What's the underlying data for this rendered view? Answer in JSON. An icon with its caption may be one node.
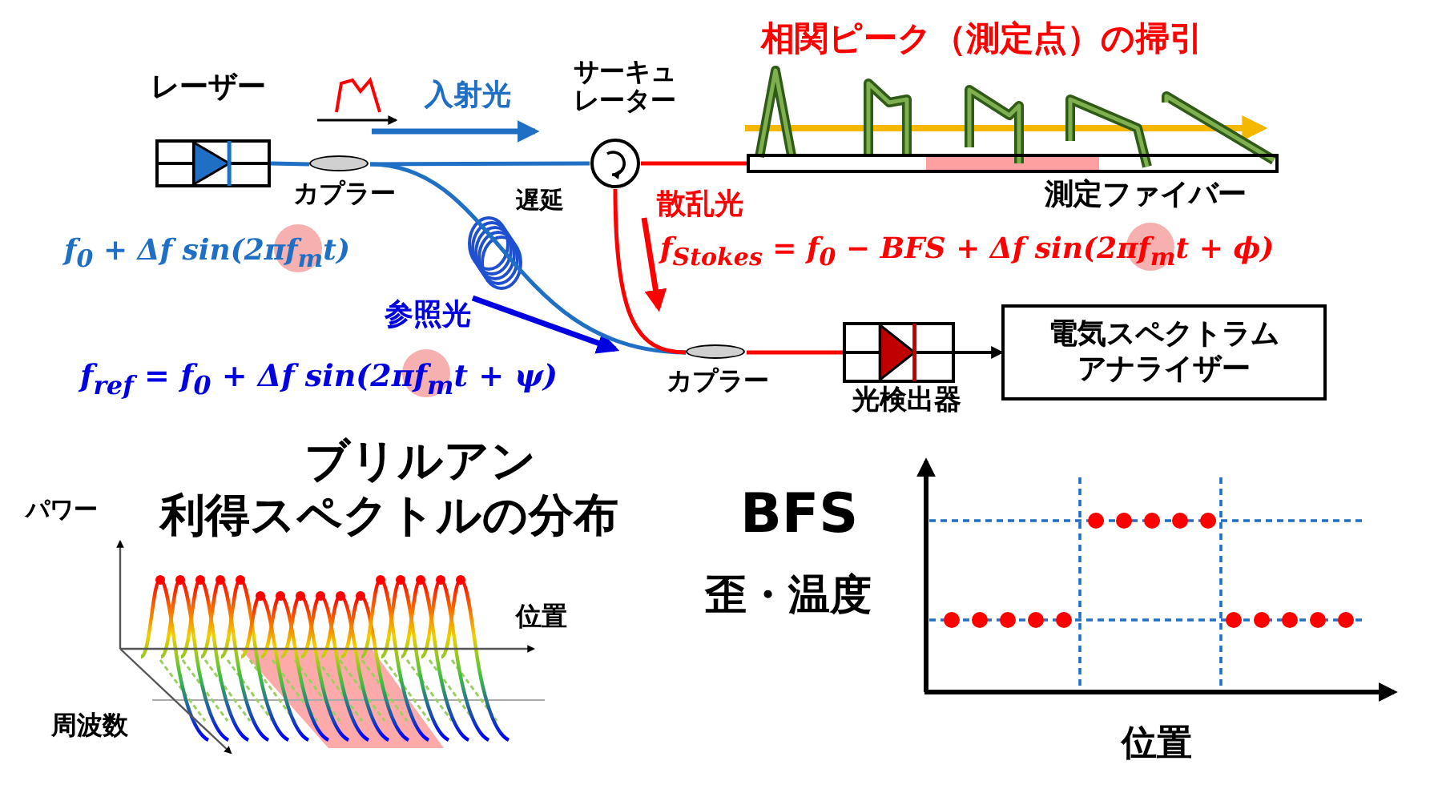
{
  "diagram": {
    "nodes": [
      {
        "text": [
          "レーザー"
        ]
      },
      {
        "text": [
          "カプラー"
        ]
      },
      {
        "text": [
          "サーキュレーター"
        ]
      },
      {
        "text": [
          "測定ファイバー"
        ]
      },
      {
        "text": [
          "カプラー"
        ]
      },
      {
        "text": [
          "光検出器"
        ]
      },
      {
        "text": [
          "電気スペクトラムアナライザー"
        ]
      }
    ],
    "edges": [
      {
        "from": 0,
        "to": 1,
        "arrow": "none"
      },
      {
        "from": 1,
        "to": 2,
        "arrow": "none"
      },
      {
        "from": 2,
        "to": 3,
        "arrow": "none",
        "color": "#ff0000"
      },
      {
        "from": 1,
        "to": 4,
        "arrow": "none"
      },
      {
        "from": 2,
        "to": 4,
        "arrow": "none",
        "color": "#ff0000"
      },
      {
        "from": 4,
        "to": 5,
        "arrow": "none",
        "color": "#ff0000"
      },
      {
        "from": 5,
        "to": 6,
        "arrow": "to",
        "color": "#000000"
      }
    ],
    "labels": [
      "相関ピーク（測定点）の掃引",
      "入射光",
      "遅延",
      "f$_{0}$ + Δf sin(2πf$_{m}$t)",
      "参照光",
      "f$_{ref}$ = f$_{0}$ + Δf sin(2πf$_{m}$t + ψ)",
      "散乱光",
      "f$_{Stokes}$ = f$_{0}$ − BFS + Δf sin(2πf$_{m}$t + ϕ)",
      "ブリルアン",
      "利得スペクトルの分布",
      "パワー",
      "位置",
      "周波数",
      "BFS",
      "歪・温度",
      "位置"
    ]
  }
}
